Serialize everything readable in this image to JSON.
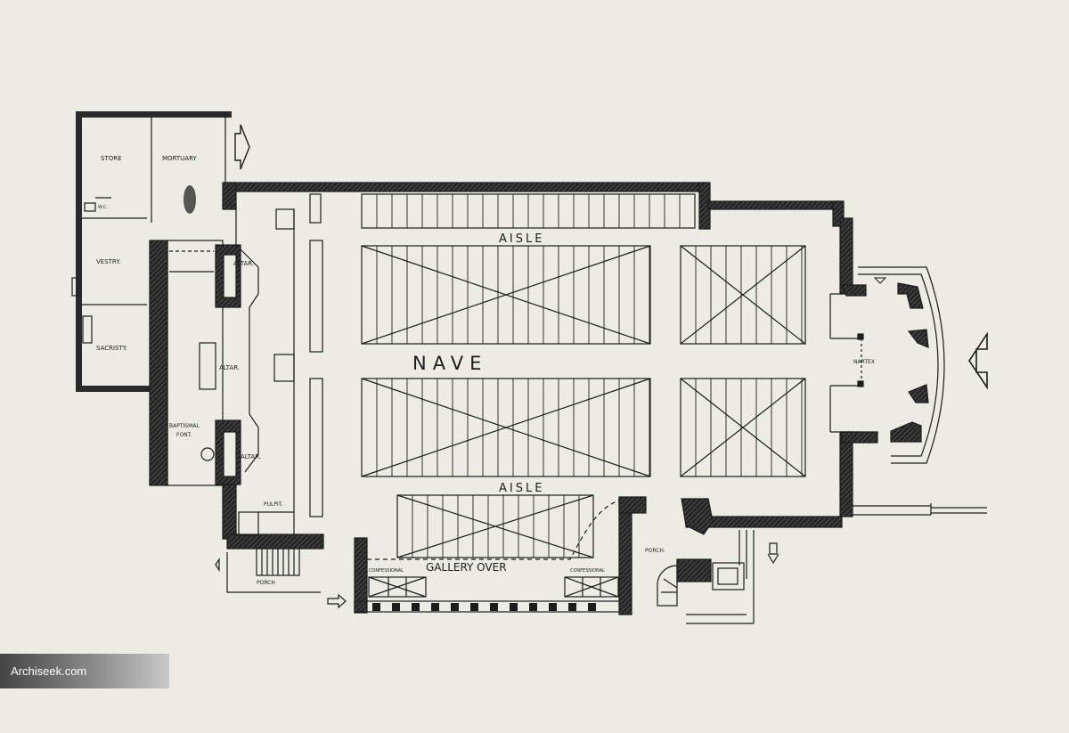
{
  "labels": {
    "store": "STORE",
    "mortuary": "MORTUARY",
    "wc": "W.C.",
    "vestry": "VESTRY.",
    "sacristy": "SACRISTY.",
    "altar_top": "ALTAR.",
    "altar_main": "ALTAR.",
    "altar_bottom": "ALTAR.",
    "baptismal_font_1": "BAPTISMAL",
    "baptismal_font_2": "FONT.",
    "pulpit": "PULPIT.",
    "aisle_top": "AISLE",
    "aisle_bottom": "AISLE",
    "nave": "NAVE",
    "narthex": "NARTEX",
    "porch_left": "PORCH",
    "porch_right": "PORCH.",
    "confessional_left": "CONFESSIONAL",
    "confessional_right": "CONFESSIONAL",
    "gallery_over": "GALLERY OVER"
  },
  "watermark": {
    "text": "Archiseek.com"
  },
  "colors": {
    "paper": "#ecebe4",
    "ink": "#1c1c1c",
    "wall": "#2a2a2a"
  }
}
